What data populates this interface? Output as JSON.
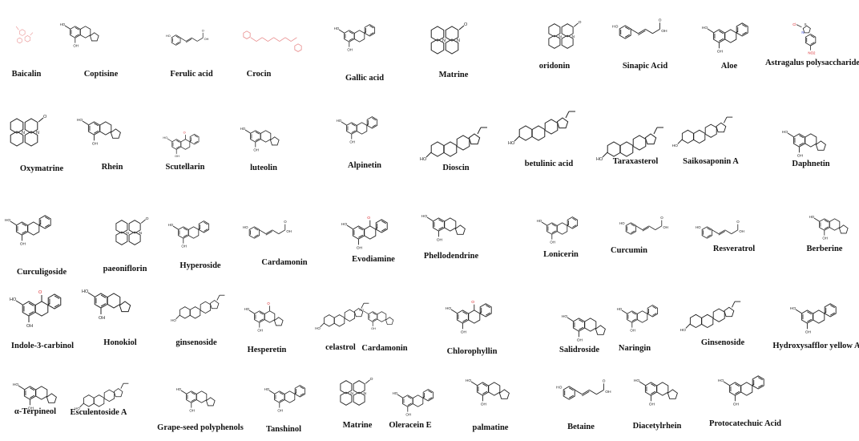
{
  "figure": {
    "compounds": [
      {
        "name": "Baicalin",
        "style": "red"
      },
      {
        "name": "Coptisine",
        "style": "ring"
      },
      {
        "name": "Ferulic acid",
        "style": "chain"
      },
      {
        "name": "Crocin",
        "style": "long-red"
      },
      {
        "name": "Gallic acid",
        "style": "ring"
      },
      {
        "name": "Matrine",
        "style": "cage"
      },
      {
        "name": "oridonin",
        "style": "cage"
      },
      {
        "name": "Sinapic Acid",
        "style": "chain"
      },
      {
        "name": "Aloe",
        "style": "ring"
      },
      {
        "name": "Astragalus polysaccharide",
        "style": "color"
      },
      {
        "name": "Oxymatrine",
        "style": "cage"
      },
      {
        "name": "Rhein",
        "style": "ring"
      },
      {
        "name": "Scutellarin",
        "style": "ring"
      },
      {
        "name": "luteolin",
        "style": "ring"
      },
      {
        "name": "Alpinetin",
        "style": "ring"
      },
      {
        "name": "Dioscin",
        "style": "steroid"
      },
      {
        "name": "betulinic acid",
        "style": "steroid"
      },
      {
        "name": "Taraxasterol",
        "style": "steroid"
      },
      {
        "name": "Saikosaponin A",
        "style": "steroid"
      },
      {
        "name": "Daphnetin",
        "style": "ring"
      },
      {
        "name": "Curculigoside",
        "style": "ring"
      },
      {
        "name": "paeoniflorin",
        "style": "cage"
      },
      {
        "name": "Hyperoside",
        "style": "ring"
      },
      {
        "name": "Cardamonin",
        "style": "chain"
      },
      {
        "name": "Evodiamine",
        "style": "ring"
      },
      {
        "name": "Phellodendrine",
        "style": "ring"
      },
      {
        "name": "Lonicerin",
        "style": "ring"
      },
      {
        "name": "Curcumin",
        "style": "chain"
      },
      {
        "name": "Resveratrol",
        "style": "chain"
      },
      {
        "name": "Berberine",
        "style": "ring"
      },
      {
        "name": "Indole-3-carbinol",
        "style": "ring"
      },
      {
        "name": "Honokiol",
        "style": "ring"
      },
      {
        "name": "ginsenoside",
        "style": "steroid"
      },
      {
        "name": "Hesperetin",
        "style": "ring"
      },
      {
        "name": "celastrol",
        "style": "steroid"
      },
      {
        "name": "Cardamonin",
        "style": "ring"
      },
      {
        "name": "Chlorophyllin",
        "style": "ring"
      },
      {
        "name": "Salidroside",
        "style": "ring"
      },
      {
        "name": "Naringin",
        "style": "ring"
      },
      {
        "name": "Ginsenoside",
        "style": "steroid"
      },
      {
        "name": "Hydroxysafflor yellow A",
        "style": "ring"
      },
      {
        "name": "α-Terpineol",
        "style": "ring"
      },
      {
        "name": "Esculentoside A",
        "style": "steroid"
      },
      {
        "name": "Grape-seed polyphenols",
        "style": "ring"
      },
      {
        "name": "Tanshinol",
        "style": "ring"
      },
      {
        "name": "Matrine",
        "style": "cage"
      },
      {
        "name": "Oleracein E",
        "style": "ring"
      },
      {
        "name": "palmatine",
        "style": "ring"
      },
      {
        "name": "Betaine",
        "style": "chain"
      },
      {
        "name": "Diacetylrhein",
        "style": "ring"
      },
      {
        "name": "Protocatechuic Acid",
        "style": "ring"
      }
    ],
    "colors": {
      "bond": "#222222",
      "heteroatom_red": "#d9262b",
      "heteroatom_blue": "#2a3bd1",
      "light_red": "#e88a8a",
      "label": "#111111"
    }
  }
}
